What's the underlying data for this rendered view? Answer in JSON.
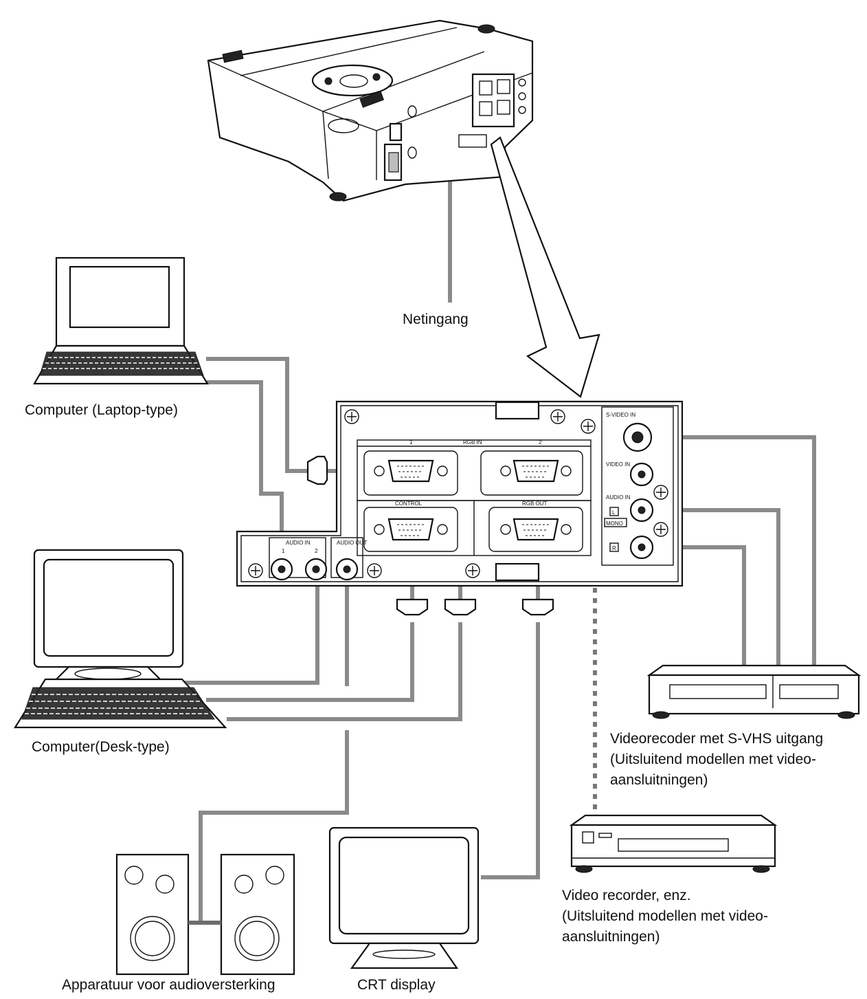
{
  "labels": {
    "mains": "Netingang",
    "laptop": "Computer (Laptop-type)",
    "desktop": "Computer(Desk-type)",
    "svhs_vcr": [
      "Videorecoder met S-VHS uitgang",
      "(Uitsluitend modellen met video-",
      "aansluitningen)"
    ],
    "vcr": [
      "Video recorder, enz.",
      "(Uitsluitend modellen met video-",
      "aansluitningen)"
    ],
    "speakers": "Apparatuur voor audioversterking",
    "crt": "CRT display"
  },
  "panel_labels": {
    "rgb_in": "RGB IN",
    "rgb_in_1": "1",
    "rgb_in_2": "2",
    "control": "CONTROL",
    "rgb_out": "RGB OUT",
    "audio_in": "AUDIO IN",
    "audio_in_1": "1",
    "audio_in_2": "2",
    "audio_out": "AUDIO OUT",
    "s_video_in": "S-VIDEO IN",
    "video_in": "VIDEO IN",
    "audio_in_right": "AUDIO IN",
    "left": "L",
    "mono": "MONO",
    "right": "R"
  },
  "colors": {
    "line": "#111111",
    "cable": "#8a8a8a"
  }
}
